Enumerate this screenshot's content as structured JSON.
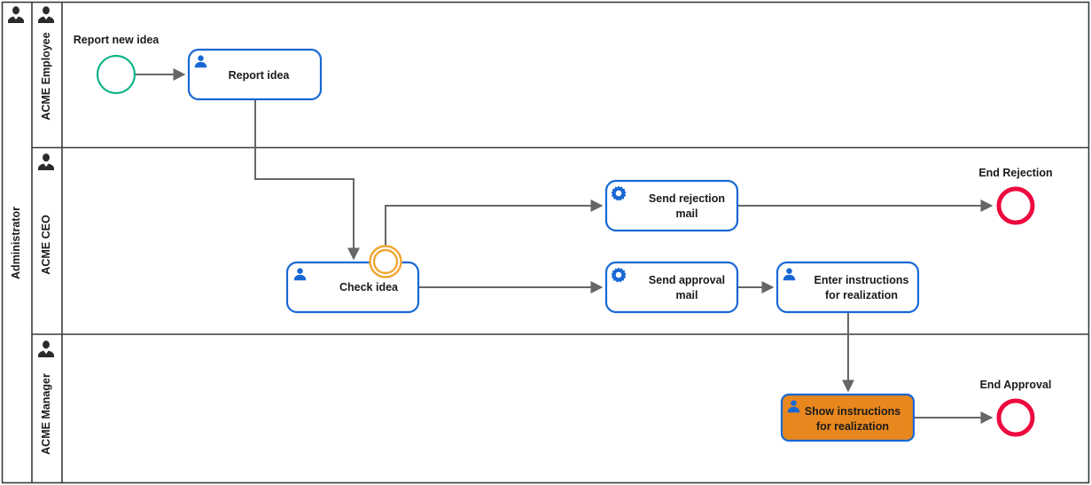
{
  "diagram": {
    "type": "bpmn-collaboration",
    "pool": {
      "name": "Administrator",
      "icon": "participant-person-icon"
    },
    "lanes": [
      {
        "id": "lane-employee",
        "name": "ACME Employee",
        "icon": "lane-person-icon"
      },
      {
        "id": "lane-ceo",
        "name": "ACME CEO",
        "icon": "lane-person-icon"
      },
      {
        "id": "lane-manager",
        "name": "ACME Manager",
        "icon": "lane-person-icon"
      }
    ],
    "events": [
      {
        "id": "start-report-new-idea",
        "kind": "start-event",
        "label": "Report new idea",
        "color": "#10b388",
        "lane": "lane-employee"
      },
      {
        "id": "boundary-check-idea",
        "kind": "boundary-event",
        "label": "",
        "color": "#f0a631",
        "lane": "lane-ceo"
      },
      {
        "id": "end-rejection",
        "kind": "end-event",
        "label": "End Rejection",
        "color": "#ed0a3f",
        "lane": "lane-ceo"
      },
      {
        "id": "end-approval",
        "kind": "end-event",
        "label": "End Approval",
        "color": "#ed0a3f",
        "lane": "lane-manager"
      }
    ],
    "tasks": [
      {
        "id": "task-report-idea",
        "label": "Report idea",
        "lines": [
          "Report idea"
        ],
        "task_type": "user-task",
        "icon": "user-task-icon",
        "fill": "#ffffff",
        "stroke": "#1868d4",
        "lane": "lane-employee"
      },
      {
        "id": "task-check-idea",
        "label": "Check idea",
        "lines": [
          "Check idea"
        ],
        "task_type": "user-task",
        "icon": "user-task-icon",
        "fill": "#ffffff",
        "stroke": "#1868d4",
        "lane": "lane-ceo"
      },
      {
        "id": "task-send-rejection-mail",
        "label": "Send rejection mail",
        "lines": [
          "Send rejection",
          "mail"
        ],
        "task_type": "service-task",
        "icon": "service-task-gear-icon",
        "fill": "#ffffff",
        "stroke": "#1868d4",
        "lane": "lane-ceo"
      },
      {
        "id": "task-send-approval-mail",
        "label": "Send approval mail",
        "lines": [
          "Send approval",
          "mail"
        ],
        "task_type": "service-task",
        "icon": "service-task-gear-icon",
        "fill": "#ffffff",
        "stroke": "#1868d4",
        "lane": "lane-ceo"
      },
      {
        "id": "task-enter-instructions",
        "label": "Enter instructions for realization",
        "lines": [
          "Enter instructions",
          "for realization"
        ],
        "task_type": "user-task",
        "icon": "user-task-icon",
        "fill": "#ffffff",
        "stroke": "#1868d4",
        "lane": "lane-ceo"
      },
      {
        "id": "task-show-instructions",
        "label": "Show instructions for realization",
        "lines": [
          "Show instructions",
          "for realization"
        ],
        "task_type": "user-task",
        "icon": "user-task-icon",
        "fill": "#e8871e",
        "stroke": "#1868d4",
        "lane": "lane-manager",
        "highlighted": true
      }
    ],
    "colors": {
      "flow_line": "#666666",
      "pool_border": "#3a3a3a",
      "task_border": "#1868d4",
      "task_icon": "#1868d4",
      "start_event": "#10b388",
      "end_event": "#ed0a3f",
      "boundary_event": "#f0a631",
      "highlight_fill": "#e8871e",
      "lane_icon": "#2b2b2b",
      "text": "#1a1a1a"
    }
  }
}
